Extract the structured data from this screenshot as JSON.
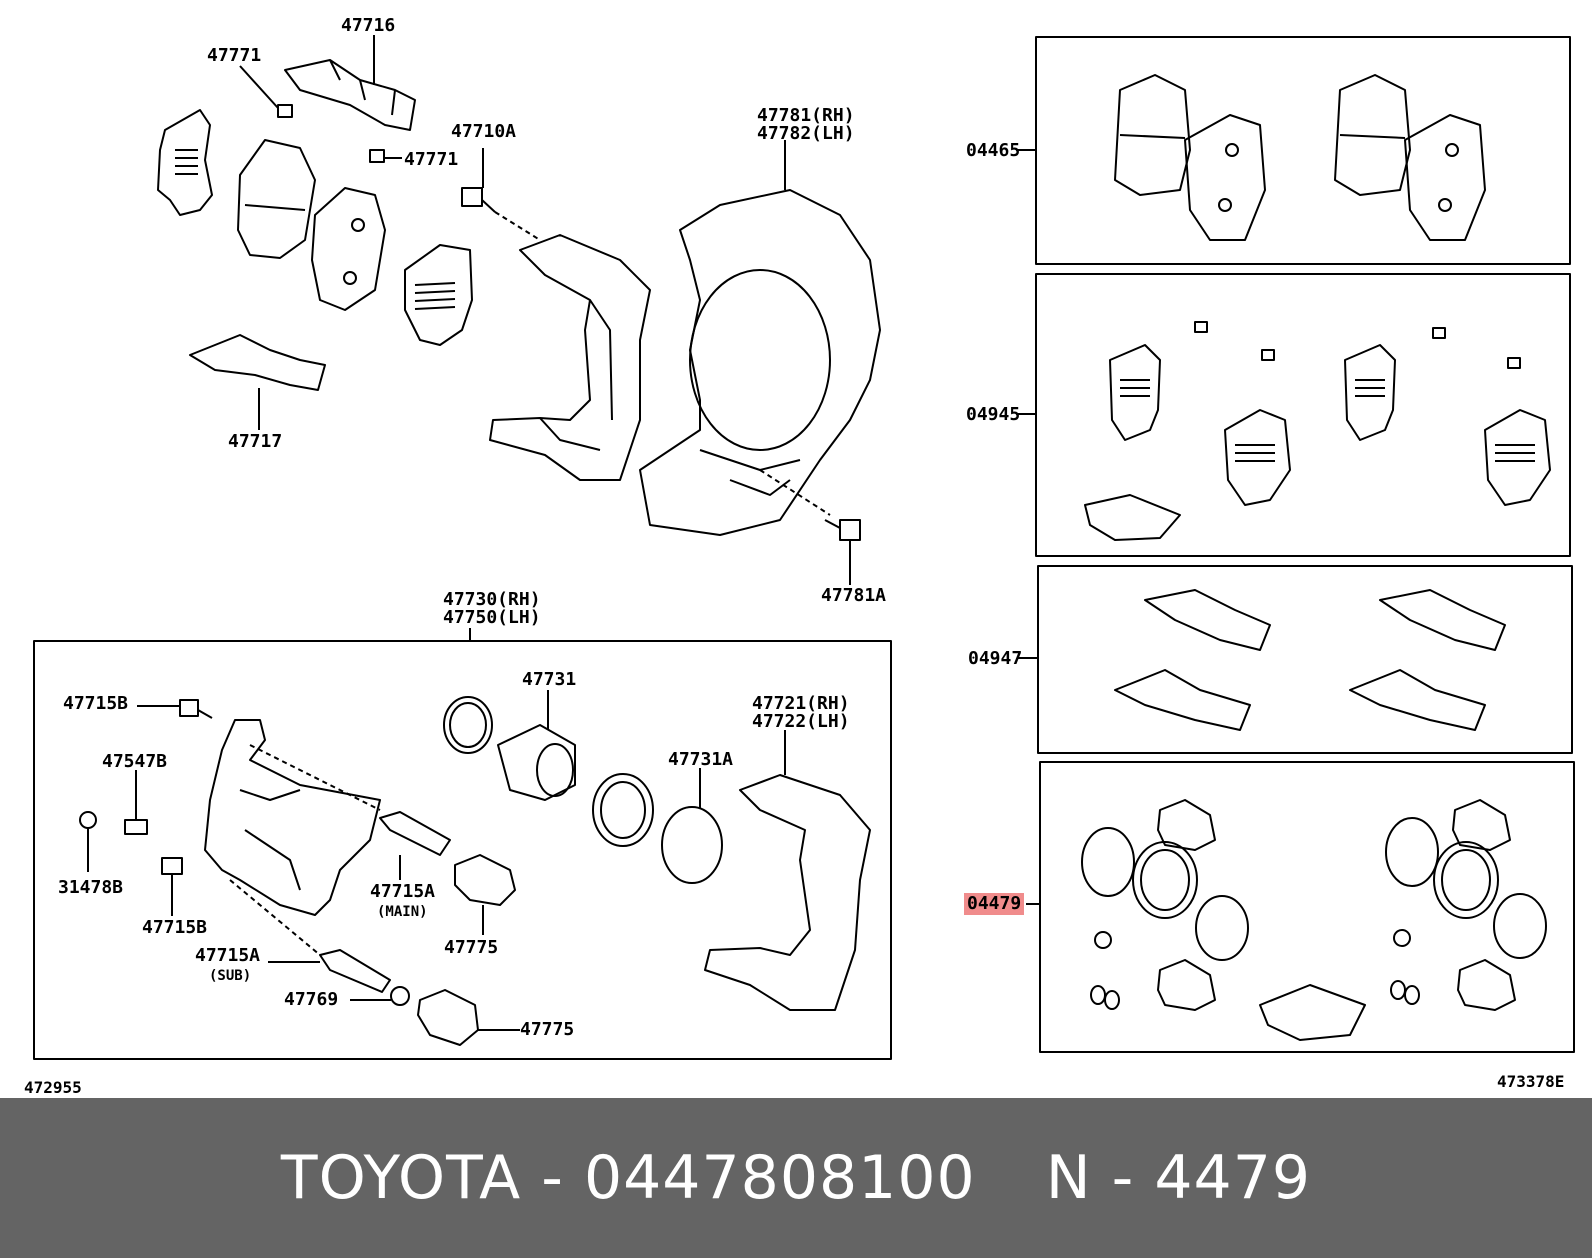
{
  "exploded_view": {
    "parts": {
      "p47716": "47716",
      "p47771_top": "47771",
      "p47771_mid": "47771",
      "p47710A": "47710A",
      "p47781_rh": "47781(RH)",
      "p47782_lh": "47782(LH)",
      "p47717": "47717",
      "p47781A": "47781A"
    }
  },
  "caliper_assembly": {
    "title_rh": "47730(RH)",
    "title_lh": "47750(LH)",
    "parts": {
      "p47715B_top": "47715B",
      "p47547B": "47547B",
      "p31478B": "31478B",
      "p47715B_bottom": "47715B",
      "p47715A_main": "47715A",
      "main_note": "(MAIN)",
      "p47715A_sub": "47715A",
      "sub_note": "(SUB)",
      "p47769": "47769",
      "p47775_mid": "47775",
      "p47775_bottom": "47775",
      "p47731": "47731",
      "p47731A": "47731A",
      "p47721_rh": "47721(RH)",
      "p47722_lh": "47722(LH)"
    }
  },
  "kits": {
    "k04465": "04465",
    "k04945": "04945",
    "k04947": "04947",
    "k04479": "04479"
  },
  "footer_codes": {
    "left": "472955",
    "right": "473378E"
  },
  "banner": {
    "brand_part": "TOYOTA - 0447808100",
    "ref": "N - 4479"
  },
  "colors": {
    "highlight": "#f08c8c",
    "banner_bg": "#646464",
    "banner_text": "#ffffff"
  }
}
